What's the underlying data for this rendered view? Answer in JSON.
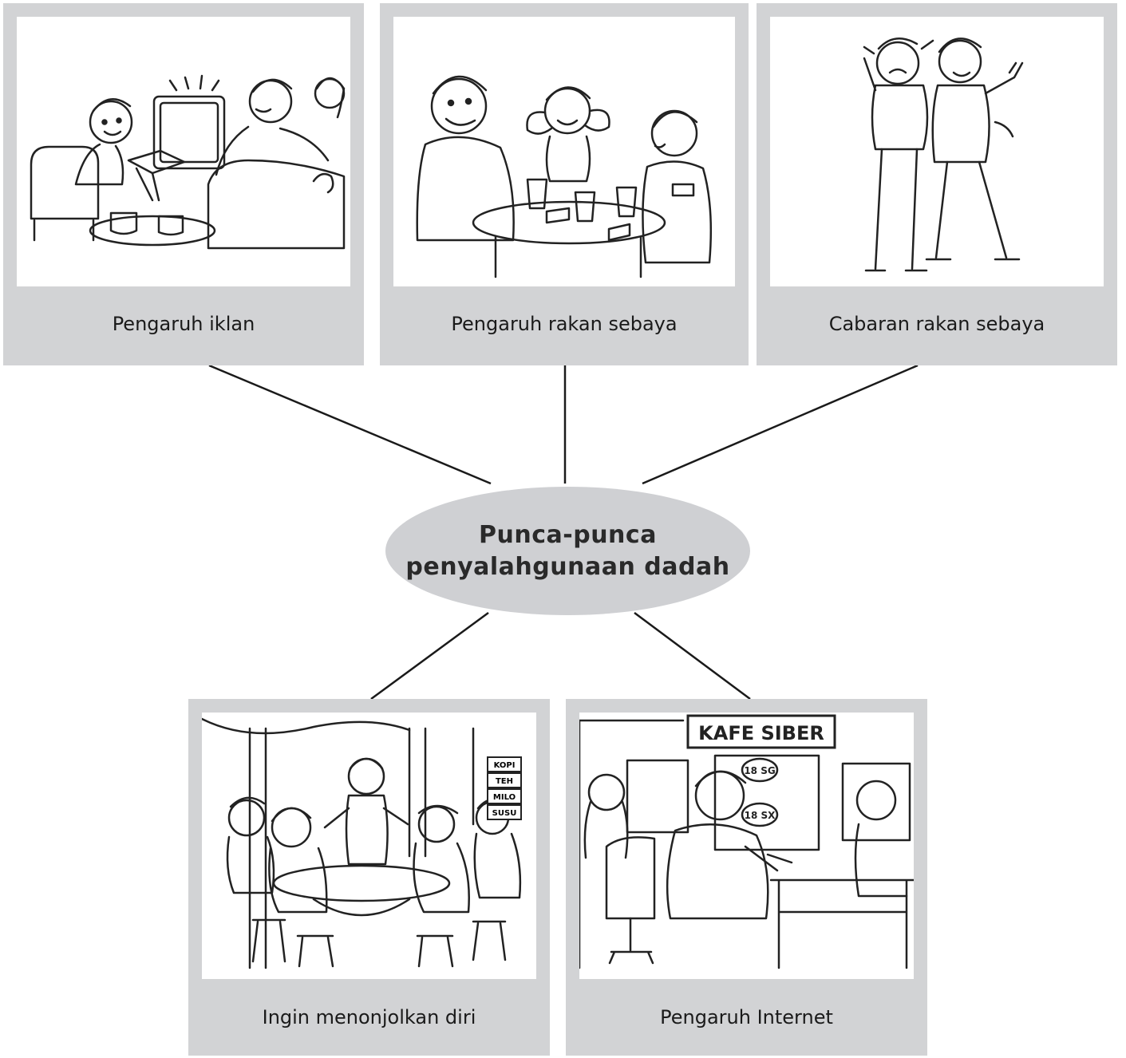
{
  "hub": {
    "line1": "Punca-punca",
    "line2": "penyalahgunaan dadah"
  },
  "cards": [
    {
      "caption": "Pengaruh iklan"
    },
    {
      "caption": "Pengaruh rakan sebaya"
    },
    {
      "caption": "Cabaran rakan sebaya"
    },
    {
      "caption": "Ingin menonjolkan diri",
      "signs": [
        "KOPI",
        "TEH",
        "MILO",
        "SUSU"
      ]
    },
    {
      "caption": "Pengaruh Internet",
      "sign": "KAFE SIBER",
      "bubbles": [
        "18 SG",
        "18 SX"
      ]
    }
  ],
  "colors": {
    "card": "#d2d3d5",
    "hub": "#cfd0d3",
    "line": "#1a1a1a"
  }
}
